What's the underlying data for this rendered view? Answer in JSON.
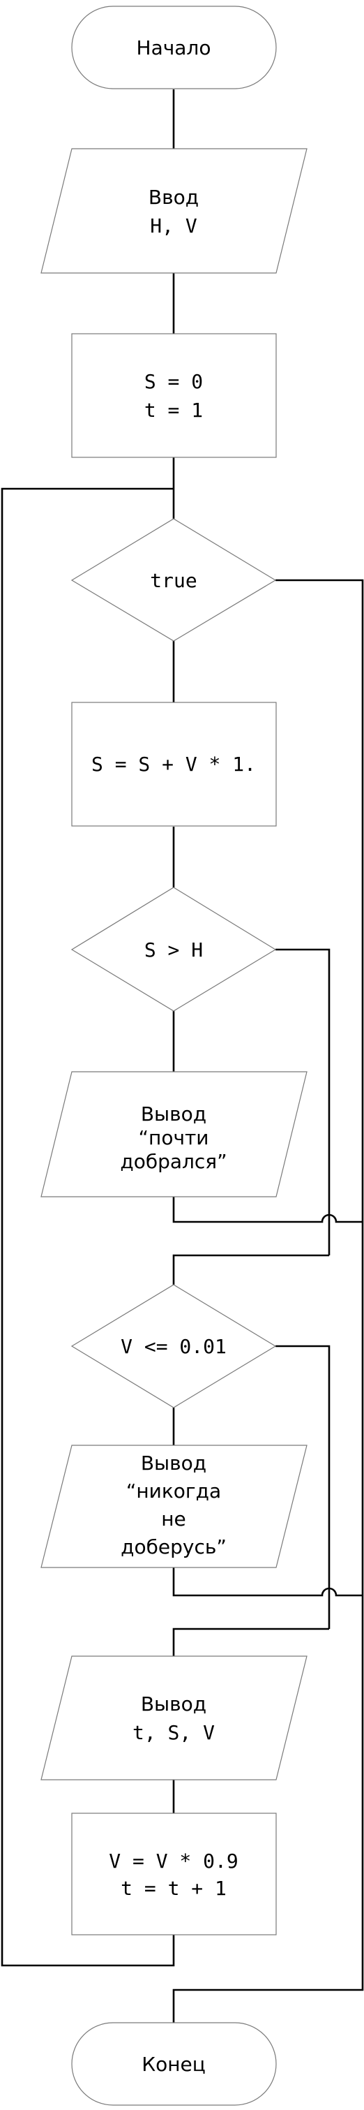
{
  "nodes": {
    "start": "Начало",
    "input_title": "Ввод",
    "input_vars": "H, V",
    "init_s": "S = 0",
    "init_t": "t = 1",
    "loop_cond": "true",
    "update_s": "S = S + V * 1.",
    "cond_sh": "S > H",
    "out1_l1": "Вывод",
    "out1_l2": "“почти",
    "out1_l3": "добрался”",
    "cond_v": "V <= 0.01",
    "out2_l1": "Вывод",
    "out2_l2": "“никогда",
    "out2_l3": "не",
    "out2_l4": "доберусь”",
    "out3_l1": "Вывод",
    "out3_l2": "t, S, V",
    "upd_v": "V = V * 0.9",
    "upd_t": "t = t + 1",
    "end": "Конец"
  }
}
